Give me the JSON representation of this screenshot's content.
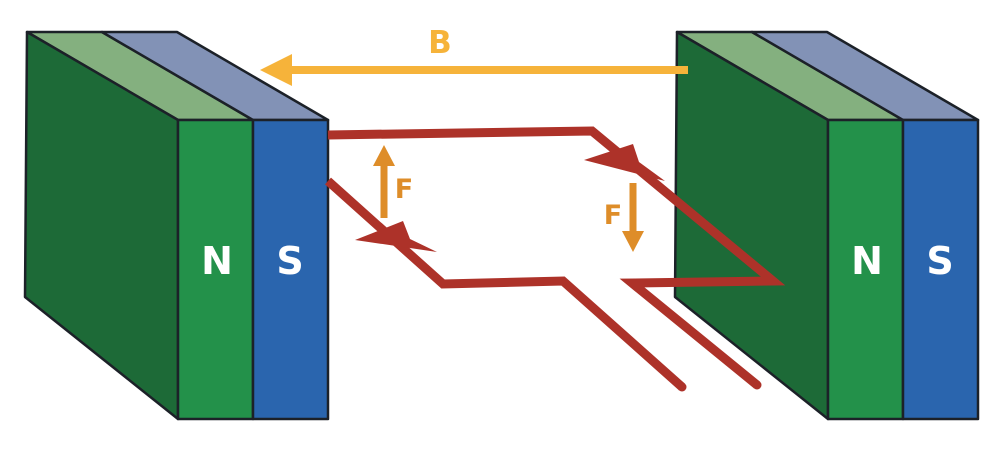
{
  "diagram": {
    "description": "Force on a current-carrying loop between two magnet poles"
  },
  "magnets": {
    "left": {
      "north_label": "N",
      "south_label": "S"
    },
    "right": {
      "north_label": "N",
      "south_label": "S"
    }
  },
  "field_arrow": {
    "label": "B"
  },
  "force_arrows": {
    "up": {
      "label": "F"
    },
    "down": {
      "label": "F"
    }
  },
  "colors": {
    "background": "#ffffff",
    "magnet_side_dark_green": "#1d6a37",
    "magnet_north_green": "#23914a",
    "magnet_top_light_green": "#84b07f",
    "magnet_south_blue": "#2a65ae",
    "magnet_top_light_blue": "#8292b6",
    "outline": "#1c2128",
    "pole_label_white": "#ffffff",
    "field_arrow_yellow": "#f6b33a",
    "force_arrow_orange": "#de8d29",
    "wire_red": "#ad3229"
  }
}
